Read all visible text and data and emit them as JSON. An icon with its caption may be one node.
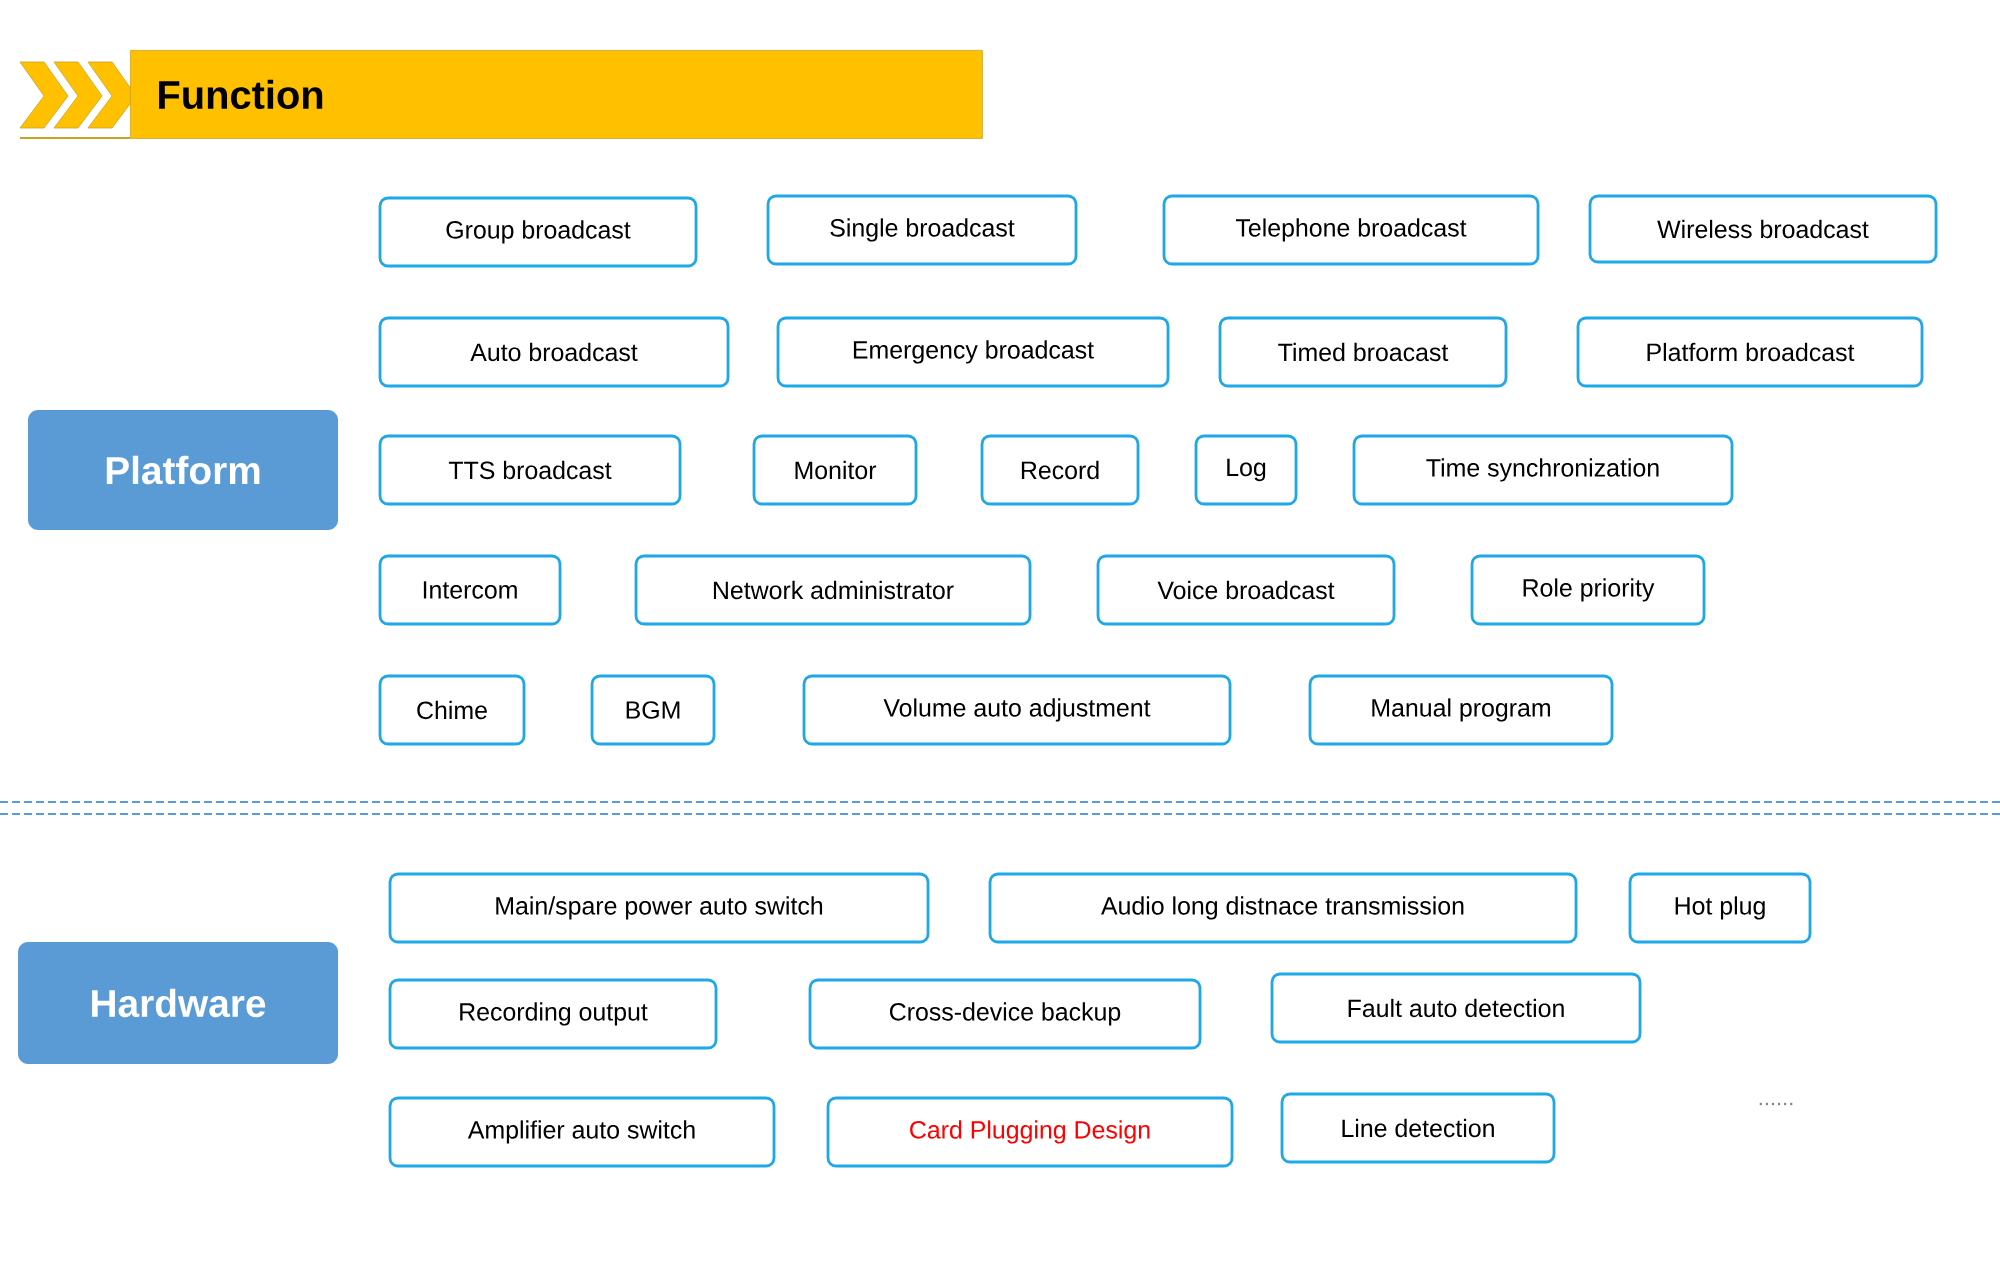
{
  "diagram": {
    "title": "Function",
    "nodes": [
      {
        "text": [
          "Platform"
        ]
      },
      {
        "text": [
          "Group broadcast"
        ]
      },
      {
        "text": [
          "Single broadcast"
        ]
      },
      {
        "text": [
          "Telephone broadcast"
        ]
      },
      {
        "text": [
          "Wireless broadcast"
        ]
      },
      {
        "text": [
          "Auto broadcast"
        ]
      },
      {
        "text": [
          "Emergency broadcast"
        ]
      },
      {
        "text": [
          "Timed broacast"
        ]
      },
      {
        "text": [
          "Platform broadcast"
        ]
      },
      {
        "text": [
          "TTS broadcast"
        ]
      },
      {
        "text": [
          "Monitor"
        ]
      },
      {
        "text": [
          "Record"
        ]
      },
      {
        "text": [
          "Log"
        ]
      },
      {
        "text": [
          "Time synchronization"
        ]
      },
      {
        "text": [
          "Intercom"
        ]
      },
      {
        "text": [
          "Network administrator"
        ]
      },
      {
        "text": [
          "Voice broadcast"
        ]
      },
      {
        "text": [
          "Role priority"
        ]
      },
      {
        "text": [
          "Chime"
        ]
      },
      {
        "text": [
          "BGM"
        ]
      },
      {
        "text": [
          "Volume auto adjustment"
        ]
      },
      {
        "text": [
          "Manual program"
        ]
      },
      {
        "text": [
          "Hardware"
        ]
      },
      {
        "text": [
          "Main/spare power auto switch"
        ]
      },
      {
        "text": [
          "Audio long distnace transmission"
        ]
      },
      {
        "text": [
          "Hot plug"
        ]
      },
      {
        "text": [
          "Recording output"
        ]
      },
      {
        "text": [
          "Cross-device backup"
        ]
      },
      {
        "text": [
          "Fault auto detection"
        ]
      },
      {
        "text": [
          "Amplifier auto switch"
        ]
      },
      {
        "text": [
          "Card Plugging Design"
        ]
      },
      {
        "text": [
          "Line detection"
        ]
      }
    ],
    "labels": [
      "......"
    ]
  }
}
